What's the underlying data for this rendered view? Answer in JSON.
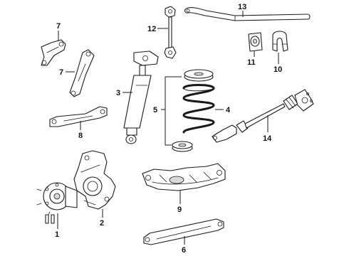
{
  "callouts": {
    "c1": "1",
    "c2": "2",
    "c3": "3",
    "c4": "4",
    "c5": "5",
    "c6": "6",
    "c7a": "7",
    "c7b": "7",
    "c8": "8",
    "c9": "9",
    "c10": "10",
    "c11": "11",
    "c12": "12",
    "c13": "13",
    "c14": "14"
  },
  "colors": {
    "line": "#1a1a1a",
    "background": "#ffffff"
  }
}
